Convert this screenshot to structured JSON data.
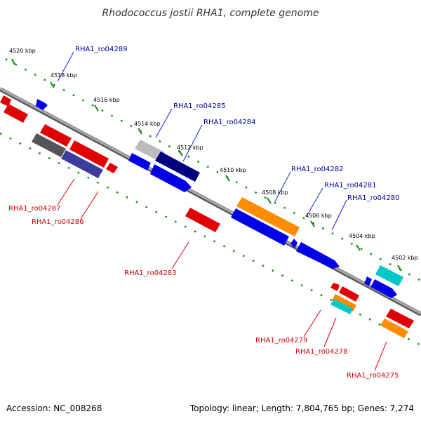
{
  "title": "Rhodococcus jostii RHA1, complete genome",
  "footer": {
    "accession": "Accession: NC_008268",
    "summary": "Topology: linear; Length: 7,804,765 bp; Genes: 7,274"
  },
  "ruler_ticks": [
    "4520 kbp",
    "4518 kbp",
    "4516 kbp",
    "4514 kbp",
    "4512 kbp",
    "4510 kbp",
    "4508 kbp",
    "4506 kbp",
    "4504 kbp",
    "4502 kbp"
  ],
  "colors": {
    "red": "#ff0000",
    "blue": "#0000ff",
    "navy": "#000080",
    "orange": "#ff8c00",
    "cyan": "#00c8c8",
    "gray": "#707070",
    "lightgray": "#c0c0c0",
    "slateblue": "#3c3c9c",
    "backbone": "#8a8a8a",
    "ruler": "#008000",
    "label_top": "#00008b",
    "label_bottom": "#cc0000"
  },
  "gene_labels_top": [
    "RHA1_ro04289",
    "RHA1_ro04285",
    "RHA1_ro04284",
    "RHA1_ro04282",
    "RHA1_ro04281",
    "RHA1_ro04280"
  ],
  "gene_labels_bottom": [
    "RHA1_ro04287",
    "RHA1_ro04286",
    "RHA1_ro04283",
    "RHA1_ro04279",
    "RHA1_ro04278",
    "RHA1_ro04275"
  ]
}
